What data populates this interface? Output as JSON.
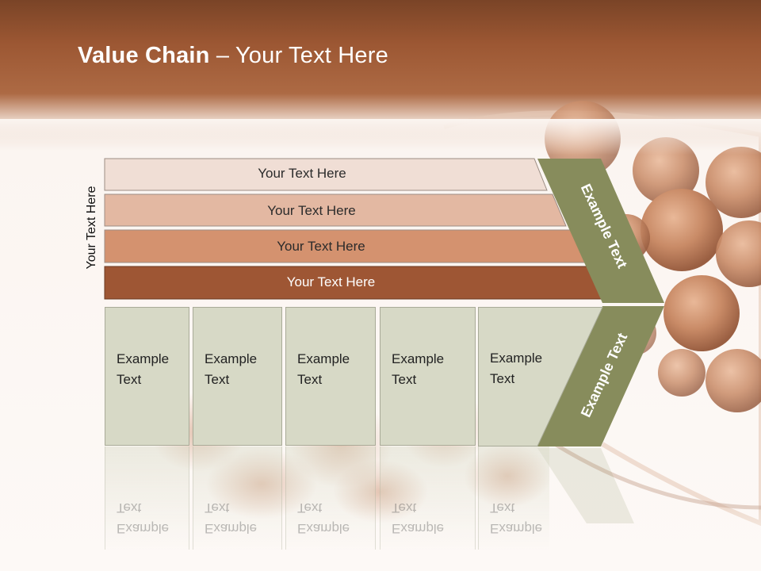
{
  "title_bold": "Value Chain",
  "title_rest": " – Your Text Here",
  "side_label": "Your Text Here",
  "bands": [
    {
      "label": "Your Text Here",
      "color": "#f0ded5"
    },
    {
      "label": "Your Text Here",
      "color": "#e3b8a2"
    },
    {
      "label": "Your Text Here",
      "color": "#d4926f"
    },
    {
      "label": "Your Text Here",
      "color": "#9e5634"
    }
  ],
  "cells": [
    {
      "line1": "Example",
      "line2": "Text"
    },
    {
      "line1": "Example",
      "line2": "Text"
    },
    {
      "line1": "Example",
      "line2": "Text"
    },
    {
      "line1": "Example",
      "line2": "Text"
    },
    {
      "line1": "Example",
      "line2": "Text"
    }
  ],
  "chevron": {
    "upper_label": "Example Text",
    "lower_label": "Example Text",
    "color": "#878c5c"
  },
  "cell_color": "#d7d9c6"
}
